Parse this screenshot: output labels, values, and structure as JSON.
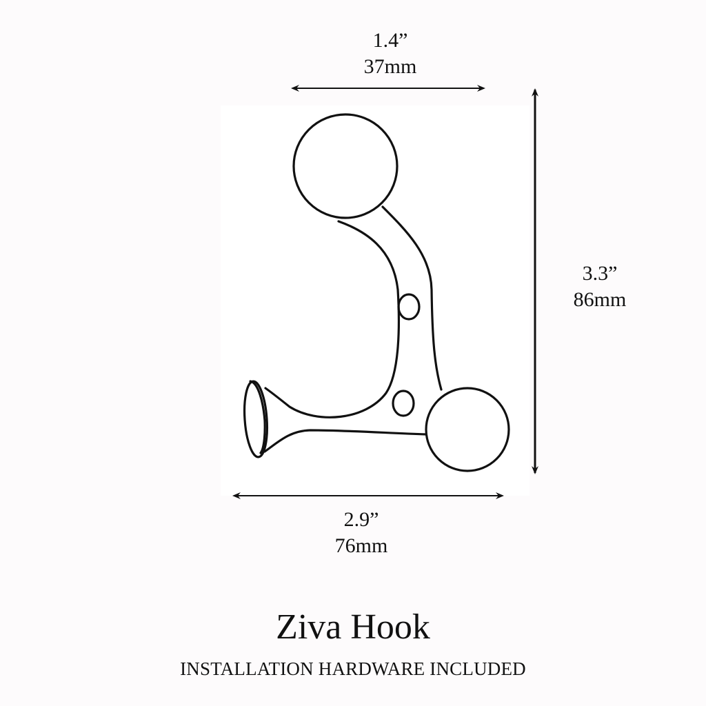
{
  "product": {
    "title": "Ziva Hook",
    "subtitle": "INSTALLATION HARDWARE INCLUDED"
  },
  "dimensions": {
    "width_top": {
      "imperial": "1.4”",
      "metric": "37mm"
    },
    "height": {
      "imperial": "3.3”",
      "metric": "86mm"
    },
    "projection": {
      "imperial": "2.9”",
      "metric": "76mm"
    }
  },
  "colors": {
    "background": "#fdfbfc",
    "drawing_background": "#ffffff",
    "line": "#111111"
  }
}
